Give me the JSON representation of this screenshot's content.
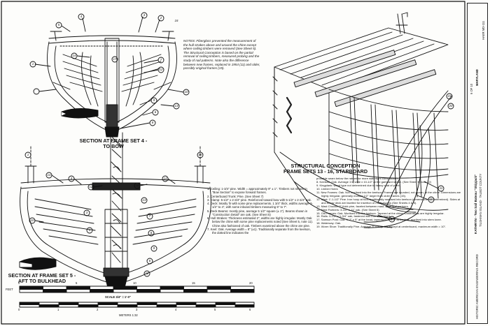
{
  "captions": {
    "section4": [
      "SECTION AT FRAME SET 4 -",
      "TO BOW"
    ],
    "section5": [
      "SECTION AT FRAME SET 5 -",
      "AFT TO BULKHEAD"
    ],
    "structural": [
      "STRUCTURAL CONCEPTION",
      "FRAME SETS 13 - 16, STARBOARD"
    ]
  },
  "notes": "NOTES: Fiberglass prevented the measurement of the hull strakes above and around the chine except where ceiling timbers were removed (See Sheet 5). The Structural Conception is based on the partial removal of ceiling timbers, measured probing and the study of nail patterns. Note also the difference between new frames, replaced in 1954 (11) and older, possibly original frames (15).",
  "callouts": {
    "section4": [
      "5",
      "4",
      "3",
      "2",
      "1",
      "17",
      "7",
      "12",
      "9",
      "6",
      "8",
      "10",
      "13",
      "14",
      "16"
    ],
    "section5": [
      "12",
      "14",
      "4",
      "3",
      "2",
      "18",
      "13",
      "7",
      "8",
      "9",
      "6",
      "10",
      "1",
      "14",
      "16",
      "12"
    ],
    "structural": [
      "19",
      "20",
      "11",
      "15",
      "13"
    ]
  },
  "key_left": [
    "1. Ceiling: 1-3/4\" pine. Width = approximately 9\" ± 1\". Timbers not shown in \"Bow Section\" to expose forward frames.",
    "2. Centerboard Trunk: Pine. (See Sheet 7)",
    "3. Clamp: 5-1/2\" x 2-3/4\" pine. Reinforced toward bow with 5-1/2\" x 2-3/4\" oak.",
    "4. Deck: Mostly fir with some pine replacements. 1 3/4\" thick, widths average 3-1/2\" to 4\", with some inboard timbers measuring 5\" to 7\".",
    "5. Deck Beams: mostly pine, average 5 1/2\" square (± 1\"). Beams shown in \"Construction Detail\" are oak. (See Sheet 5)",
    "6. Hull Strakes: Thickness estimated 2\", widths are highly irregular. Mostly Oak below the chine with some pine replacements noted (See Sheet 5, note 11). Chine also fashioned of oak. Timbers examined above the chine are pine.",
    "7. Keel: Oak. Average width = 8\" (±1). Traditionally separate from the keelson, the dotted line indicates the"
  ],
  "key_right": [
    "probable seam below the rabbet for more watertight construction.",
    "8. Keelson: Oak. Average 1'4\" wide x 10-1/2\" at the garboard strake. (See Sheet 5, note 12)",
    "9. Kingplank: wood type not determined due to heavy coat of paint.",
    "10. Limber Holes",
    "11. New Frames: Oak. Not mortised into the keelson. Frames are rounded, not grown, at the chine. Dimensions are highly irregular, generally molded 1/2\" larger than older frames (15).",
    "12. Mast: 1'-1-1/2\" Pine. Iron hoop at foot, traditionally mortised into keelson (dimensions not determined). Sides at and below deck are faceted for insertion of mast chocks (See Sheets 4 & 5).",
    "13. Mast Chocks: 2\" thick pine, faceted between mast, deck and partners.",
    "14. Mast Partners: 3-1/2\" x 11\" oak. (See Sheet 5)",
    "15. Old Frames: Oak. Mortised into the keelson. Tapered at the chine. Dimensions are highly irregular.",
    "16. Rails: 3-1/2\" x 1-3/4\" oak, fastened with iron stanchions.",
    "17. Samson Post: Oak. 1'-2\" x 5\" at the head, tapered to 5\" x 5\" at the foot, mortised into stem knee.",
    "18. Waterway: Oak.",
    "19. Worm Shoe: Traditionally Pine. Average 3\" x 8\" (± 1\"), except at centerboard, maximum width = 10\"."
  ],
  "scale": {
    "ticks_top": [
      "0",
      "5",
      "10",
      "15",
      "20"
    ],
    "feet_label": "FEET",
    "scale_text": "SCALE 3/4\" = 1'-0\"",
    "ticks_bottom": [
      "0",
      "1",
      "2",
      "3",
      "4",
      "5",
      "6"
    ],
    "meters_label": "METERS 1:32"
  },
  "title_block": {
    "title": "KATHRYN - Two Sail Bateau \"Skipjack\"",
    "location": "TILGHMAN ISLAND · TALBOT COUNTY",
    "state": "MARYLAND",
    "agency": "HISTORIC AMERICAN ENGINEERING RECORD",
    "survey": "HAER MD-111",
    "sheet": "6 OF 10"
  }
}
